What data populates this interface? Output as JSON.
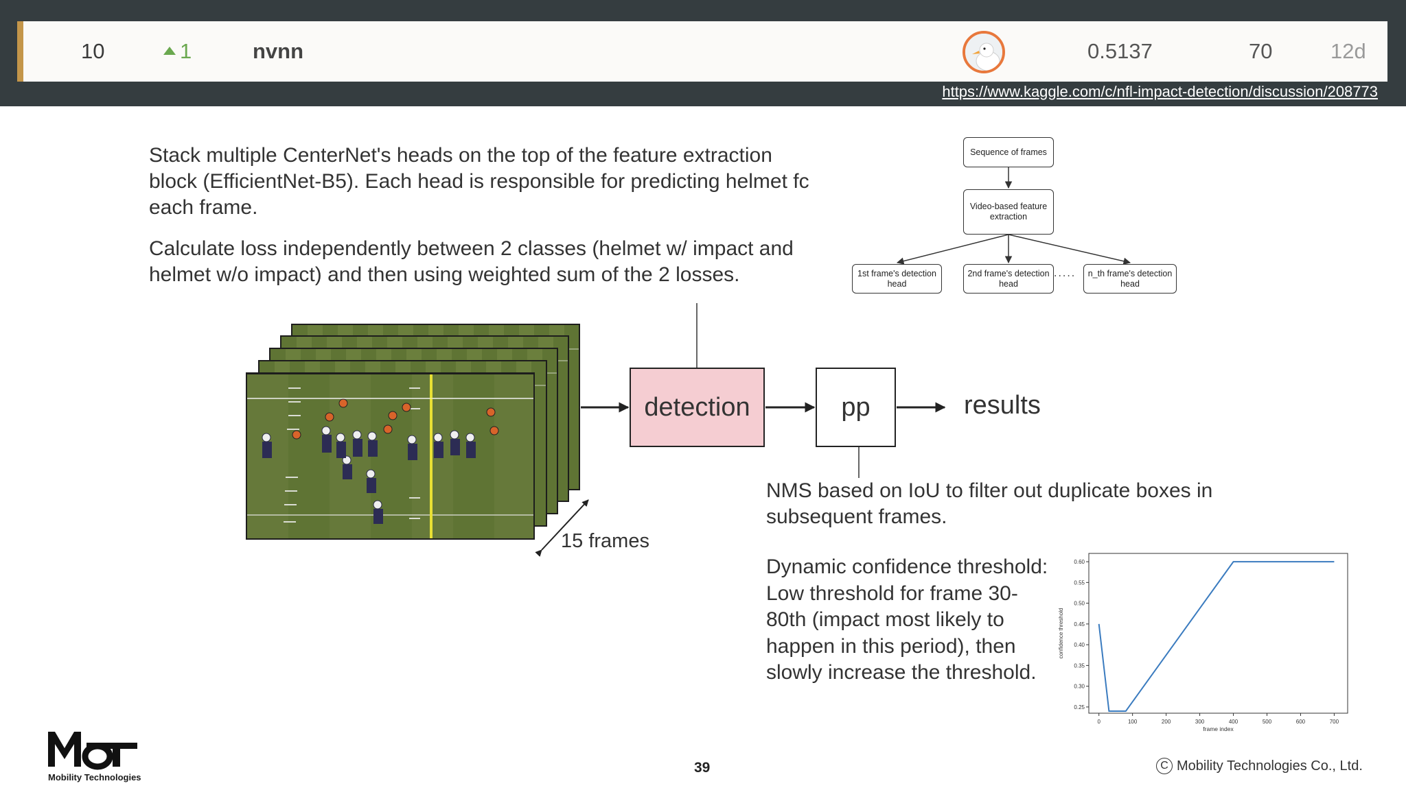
{
  "leaderboard": {
    "rank": "10",
    "delta": "1",
    "team_name": "nvnn",
    "score": "0.5137",
    "entries": "70",
    "last_submission": "12d",
    "avatar_icon": "duck-avatar-icon"
  },
  "source_link": "https://www.kaggle.com/c/nfl-impact-detection/discussion/208773",
  "text": {
    "para1_line1": "Stack multiple CenterNet's heads on the top of the feature extraction",
    "para1_line2": "block (EfficientNet-B5). Each head is responsible for predicting helmet fc",
    "para1_line3": "each frame.",
    "para2": "Calculate loss independently between 2 classes (helmet w/ impact and helmet w/o impact) and then using weighted sum of the 2 losses.",
    "nms": "NMS based on IoU to filter out duplicate boxes in subsequent frames.",
    "dynamic": "Dynamic confidence threshold: Low threshold for frame 30-80th (impact most likely to happen in this period), then slowly increase the threshold."
  },
  "pipeline": {
    "detection": "detection",
    "pp": "pp",
    "results": "results",
    "frames": "15 frames"
  },
  "flow": {
    "sequence": "Sequence of frames",
    "video_feature": "Video-based feature extraction",
    "head1": "1st frame's detection head",
    "head2": "2nd frame's detection head",
    "headn": "n_th frame's detection head",
    "dots": "....."
  },
  "chart_data": {
    "type": "line",
    "xlabel": "frame index",
    "ylabel": "confidence threshold",
    "xlim": [
      -30,
      740
    ],
    "ylim": [
      0.235,
      0.62
    ],
    "xticks": [
      0,
      100,
      200,
      300,
      400,
      500,
      600,
      700
    ],
    "yticks": [
      0.25,
      0.3,
      0.35,
      0.4,
      0.45,
      0.5,
      0.55,
      0.6
    ],
    "grid": false,
    "series": [
      {
        "color": "#3a7bbf",
        "x": [
          0,
          30,
          80,
          400,
          700
        ],
        "y": [
          0.45,
          0.24,
          0.24,
          0.6,
          0.6
        ]
      }
    ]
  },
  "footer": {
    "logo_text": "Mobility Technologies",
    "page_number": "39",
    "copyright": "Mobility Technologies Co., Ltd.",
    "copyright_symbol": "C"
  },
  "colors": {
    "top_band": "#353d40",
    "row_accent": "#c4964a",
    "delta_green": "#6aa84f",
    "detection_fill": "#f5cdd2",
    "avatar_ring": "#e8783c"
  }
}
